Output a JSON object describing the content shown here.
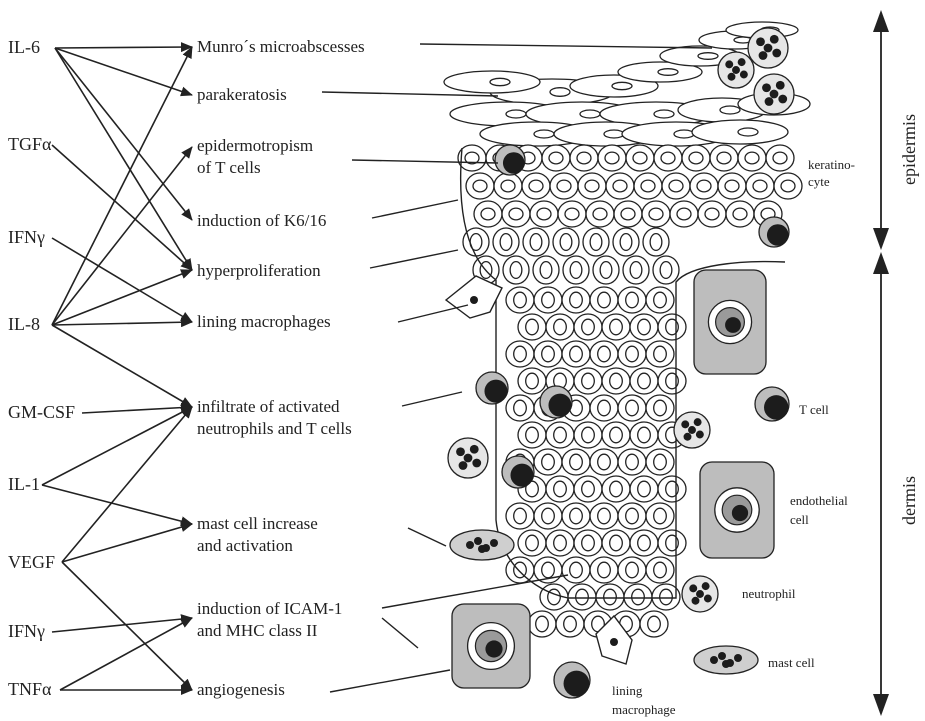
{
  "cytokines": [
    {
      "id": "il6",
      "label": "IL-6"
    },
    {
      "id": "tgfa",
      "label": "TGFα"
    },
    {
      "id": "ifng1",
      "label": "IFNγ"
    },
    {
      "id": "il8",
      "label": "IL-8"
    },
    {
      "id": "gmcsf",
      "label": "GM-CSF"
    },
    {
      "id": "il1",
      "label": "IL-1"
    },
    {
      "id": "vegf",
      "label": "VEGF"
    },
    {
      "id": "ifng2",
      "label": "IFNγ"
    },
    {
      "id": "tnfa",
      "label": "TNFα"
    }
  ],
  "effects": [
    {
      "id": "munro",
      "lines": [
        "Munro´s microabscesses"
      ]
    },
    {
      "id": "parak",
      "lines": [
        "parakeratosis"
      ]
    },
    {
      "id": "epid",
      "lines": [
        "epidermotropism",
        "of T cells"
      ]
    },
    {
      "id": "k616",
      "lines": [
        "induction of K6/16"
      ]
    },
    {
      "id": "hyper",
      "lines": [
        "hyperproliferation"
      ]
    },
    {
      "id": "lining",
      "lines": [
        "lining macrophages"
      ]
    },
    {
      "id": "infil",
      "lines": [
        "infiltrate of activated",
        "neutrophils and T cells"
      ]
    },
    {
      "id": "mast",
      "lines": [
        "mast cell increase",
        "and activation"
      ]
    },
    {
      "id": "icam",
      "lines": [
        "induction of ICAM-1",
        "and MHC class II"
      ]
    },
    {
      "id": "angio",
      "lines": [
        "angiogenesis"
      ]
    }
  ],
  "edges": [
    [
      "il6",
      "munro"
    ],
    [
      "il6",
      "parak"
    ],
    [
      "il6",
      "k616"
    ],
    [
      "il6",
      "hyper"
    ],
    [
      "tgfa",
      "hyper"
    ],
    [
      "ifng1",
      "lining"
    ],
    [
      "il8",
      "munro"
    ],
    [
      "il8",
      "epid"
    ],
    [
      "il8",
      "hyper"
    ],
    [
      "il8",
      "lining"
    ],
    [
      "il8",
      "infil"
    ],
    [
      "gmcsf",
      "infil"
    ],
    [
      "il1",
      "infil"
    ],
    [
      "il1",
      "mast"
    ],
    [
      "vegf",
      "infil"
    ],
    [
      "vegf",
      "mast"
    ],
    [
      "vegf",
      "angio"
    ],
    [
      "ifng2",
      "icam"
    ],
    [
      "tnfa",
      "icam"
    ],
    [
      "tnfa",
      "angio"
    ]
  ],
  "cell_labels": [
    {
      "id": "keratinocyte",
      "lines": [
        "keratino-",
        "cyte"
      ]
    },
    {
      "id": "tcell",
      "lines": [
        "T cell"
      ]
    },
    {
      "id": "endothelial",
      "lines": [
        "endothelial",
        "cell"
      ]
    },
    {
      "id": "neutrophil",
      "lines": [
        "neutrophil"
      ]
    },
    {
      "id": "mastcell",
      "lines": [
        "mast cell"
      ]
    },
    {
      "id": "liningmacro",
      "lines": [
        "lining",
        "macrophage"
      ]
    }
  ],
  "layers": {
    "epidermis": "epidermis",
    "dermis": "dermis"
  }
}
